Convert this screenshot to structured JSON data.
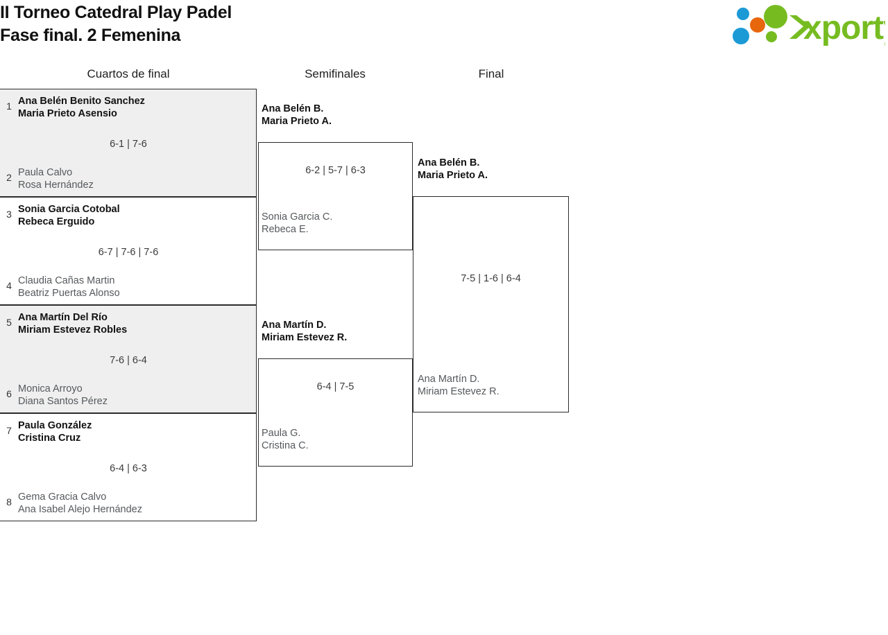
{
  "header": {
    "title_line1": "II Torneo Catedral Play Padel",
    "title_line2": "Fase final. 2 Femenina",
    "logo_text": "xporty",
    "logo_colors": {
      "green": "#76bc21",
      "blue": "#1b9ad6",
      "orange": "#e8670c"
    }
  },
  "rounds": [
    {
      "label": "Cuartos de final"
    },
    {
      "label": "Semifinales"
    },
    {
      "label": "Final"
    }
  ],
  "quarterfinals": [
    {
      "seed_top": "1",
      "top_p1": "Ana Belén Benito Sanchez",
      "top_p2": "Maria Prieto Asensio",
      "seed_bottom": "2",
      "bottom_p1": "Paula Calvo",
      "bottom_p2": "Rosa Hernández",
      "score": "6-1 | 7-6"
    },
    {
      "seed_top": "3",
      "top_p1": "Sonia Garcia Cotobal",
      "top_p2": "Rebeca Erguido",
      "seed_bottom": "4",
      "bottom_p1": "Claudia Cañas Martin",
      "bottom_p2": "Beatriz Puertas Alonso",
      "score": "6-7 | 7-6 | 7-6"
    },
    {
      "seed_top": "5",
      "top_p1": "Ana Martín Del Río",
      "top_p2": "Miriam Estevez Robles",
      "seed_bottom": "6",
      "bottom_p1": "Monica Arroyo",
      "bottom_p2": "Diana Santos Pérez",
      "score": "7-6 | 6-4"
    },
    {
      "seed_top": "7",
      "top_p1": "Paula González",
      "top_p2": "Cristina Cruz",
      "seed_bottom": "8",
      "bottom_p1": "Gema Gracia Calvo",
      "bottom_p2": "Ana Isabel Alejo Hernández",
      "score": "6-4 | 6-3"
    }
  ],
  "semifinals": [
    {
      "top_p1": "Ana Belén B.",
      "top_p2": "Maria Prieto A.",
      "bottom_p1": "Sonia Garcia C.",
      "bottom_p2": "Rebeca E.",
      "score": "6-2 | 5-7 | 6-3"
    },
    {
      "top_p1": "Ana Martín D.",
      "top_p2": "Miriam Estevez R.",
      "bottom_p1": "Paula G.",
      "bottom_p2": "Cristina C.",
      "score": "6-4 | 7-5"
    }
  ],
  "final": {
    "top_p1": "Ana Belén B.",
    "top_p2": "Maria Prieto A.",
    "bottom_p1": "Ana Martín D.",
    "bottom_p2": "Miriam Estevez R.",
    "score": "7-5 | 1-6 | 6-4"
  }
}
